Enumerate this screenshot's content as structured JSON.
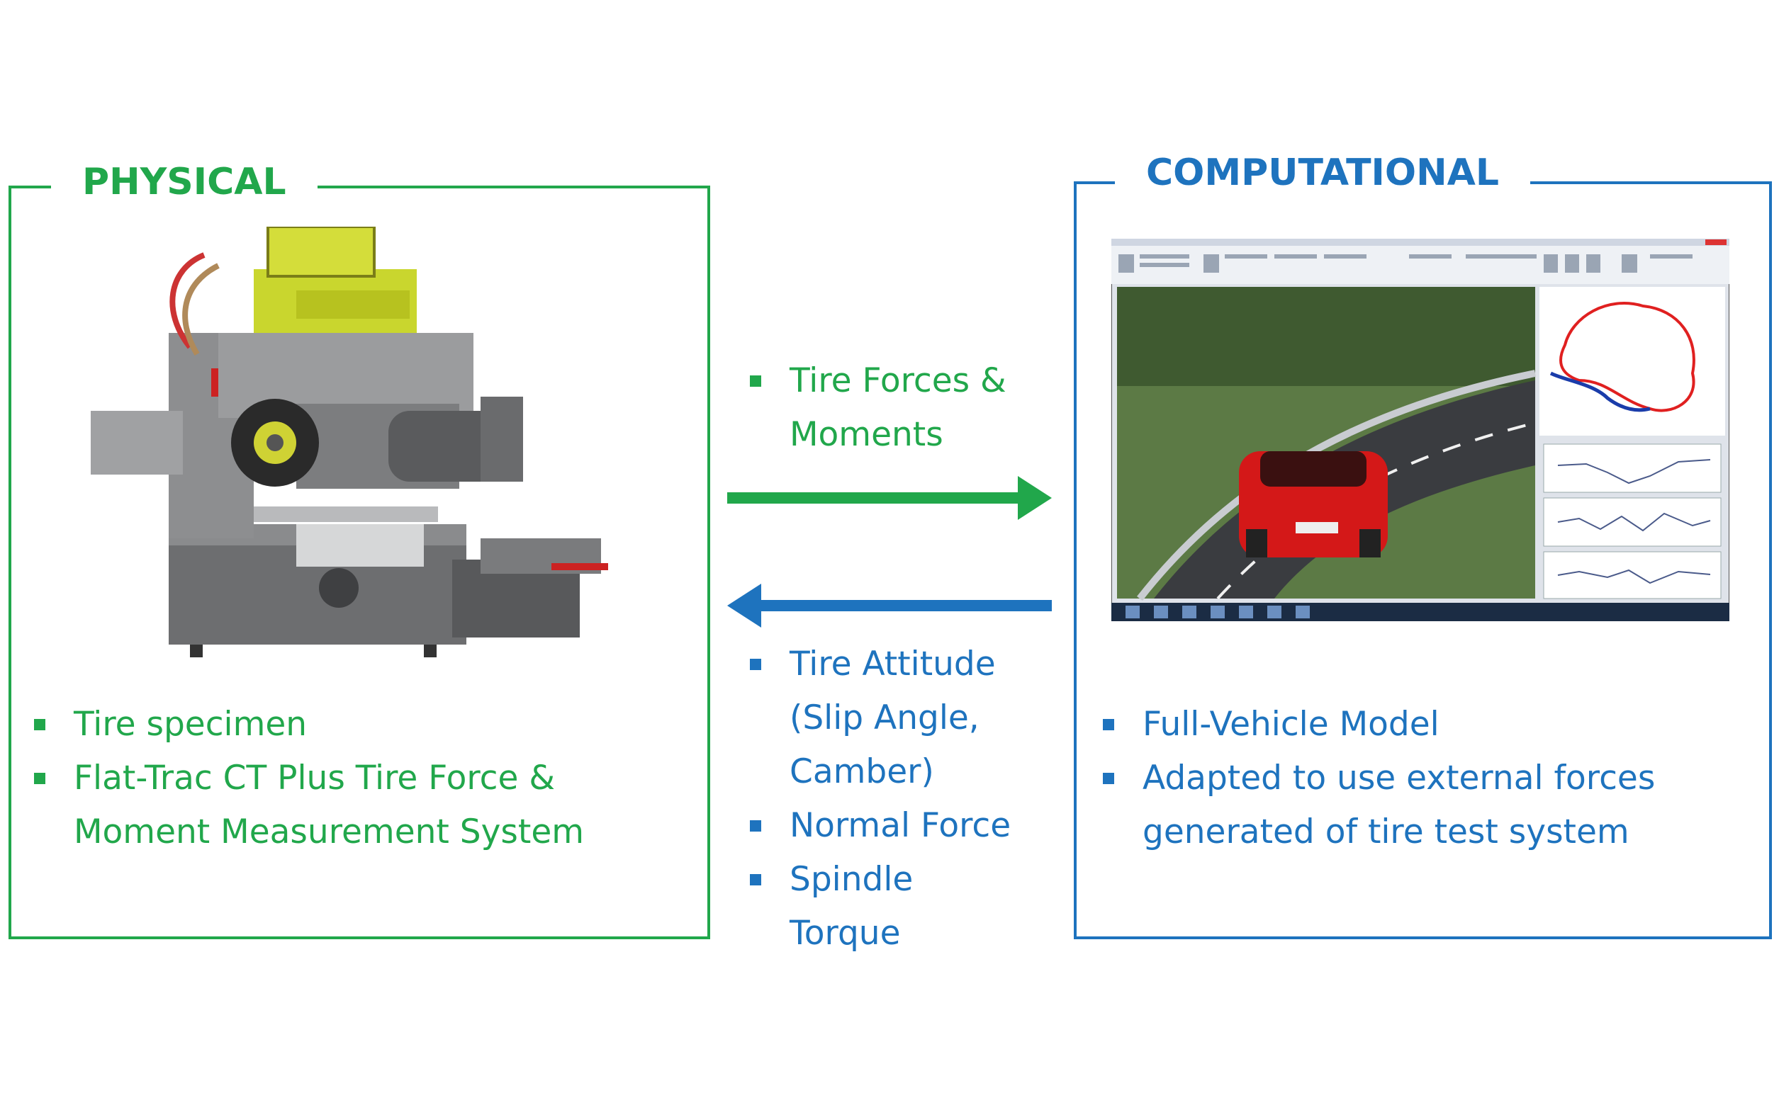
{
  "physical": {
    "title": "PHYSICAL",
    "items": [
      "Tire specimen",
      "Flat-Trac CT Plus Tire Force & Moment Measurement System"
    ]
  },
  "computational": {
    "title": "COMPUTATIONAL",
    "items": [
      "Full-Vehicle Model",
      "Adapted to use external forces generated of tire test system"
    ]
  },
  "to_computational": {
    "items": [
      "Tire Forces & Moments"
    ]
  },
  "to_physical": {
    "items": [
      "Tire Attitude (Slip Angle, Camber)",
      "Normal Force",
      "Spindle Torque"
    ]
  },
  "colors": {
    "physical": "#21a74b",
    "computational": "#1e73be"
  },
  "icons": [
    "tire-test-machine-image",
    "vehicle-simulation-screenshot",
    "arrow-right-icon",
    "arrow-left-icon"
  ]
}
